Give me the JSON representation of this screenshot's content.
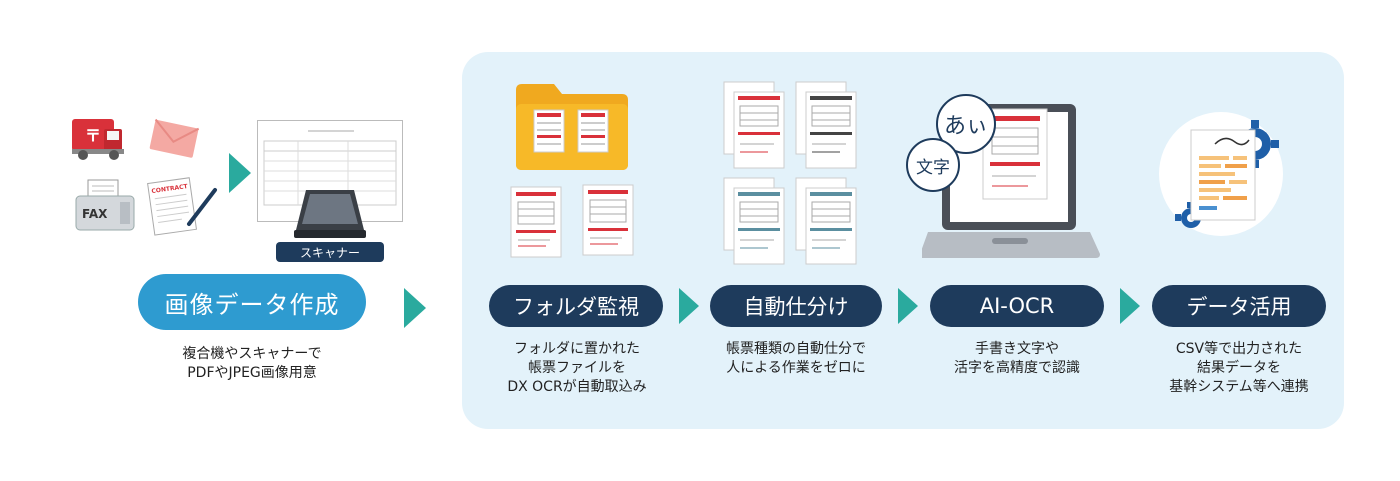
{
  "left": {
    "scanner_label": "スキャナー",
    "fax_label": "FAX",
    "contract_label": "CONTRACT",
    "step_title": "画像データ作成",
    "description": [
      "複合機やスキャナーで",
      "PDFやJPEG画像用意"
    ]
  },
  "steps": [
    {
      "title": "フォルダ監視",
      "description": [
        "フォルダに置かれた",
        "帳票ファイルを",
        "DX OCRが自動取込み"
      ]
    },
    {
      "title": "自動仕分け",
      "description": [
        "帳票種類の自動仕分で",
        "人による作業をゼロに"
      ]
    },
    {
      "title": "AI-OCR",
      "description": [
        "手書き文字や",
        "活字を高精度で認識"
      ]
    },
    {
      "title": "データ活用",
      "description": [
        "CSV等で出力された",
        "結果データを",
        "基幹システム等へ連携"
      ]
    }
  ],
  "ocr_bubbles": {
    "hiragana": "あぃ",
    "kanji": "文字"
  },
  "colors": {
    "panel": "#e3f2fa",
    "arrow": "#2aaa9e",
    "pill_dark": "#1e3b5c",
    "pill_blue": "#2e9bd0",
    "doc_red": "#d9313a",
    "doc_teal": "#5b8fa0"
  }
}
